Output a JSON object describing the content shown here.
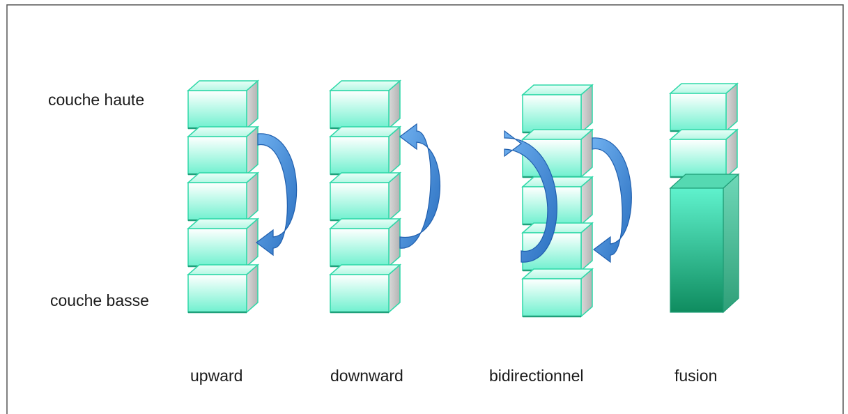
{
  "side_labels": {
    "top": "couche haute",
    "bottom": "couche basse"
  },
  "columns": [
    {
      "label": "upward",
      "arrows": [
        "down-right"
      ]
    },
    {
      "label": "downward",
      "arrows": [
        "up-right"
      ]
    },
    {
      "label": "bidirectionnel",
      "arrows": [
        "up-left",
        "down-right"
      ]
    },
    {
      "label": "fusion",
      "arrows": []
    }
  ],
  "colors": {
    "block_light": "#dcfff4",
    "block_mid": "#7ff5d6",
    "block_edge": "#2fd8a8",
    "block_side": "#c7c7c7",
    "fused_front_top": "#5cf0cc",
    "fused_front_bottom": "#119063",
    "arrow": "#3c82d0",
    "arrow_dark": "#1f5fae",
    "frame": "#555555"
  }
}
